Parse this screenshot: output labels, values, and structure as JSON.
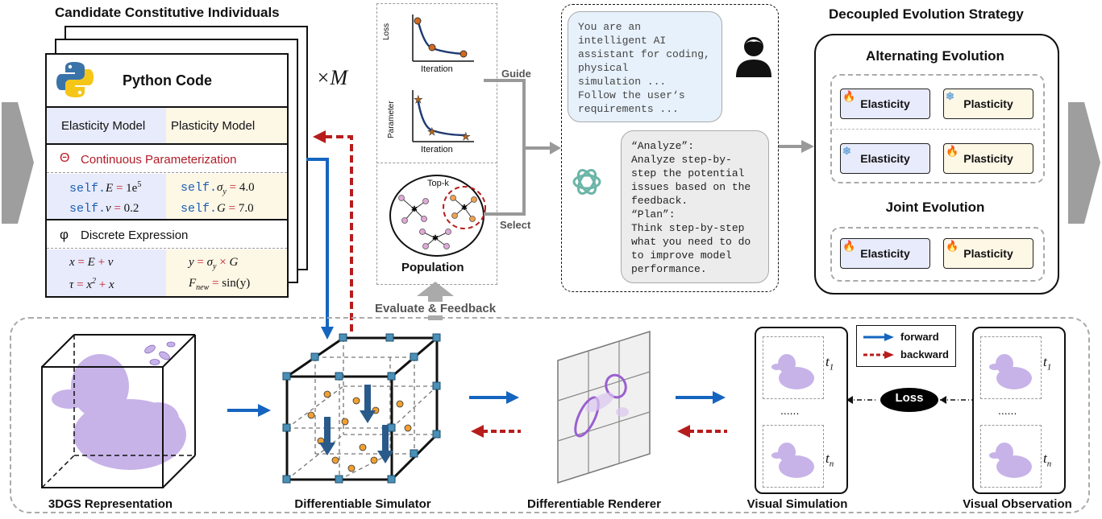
{
  "left_panel": {
    "title": "Candidate Constitutive Individuals",
    "multiplier": "×M",
    "header": "Python Code",
    "elasticity_model": "Elasticity Model",
    "plasticity_model": "Plasticity Model",
    "theta_symbol": "Θ",
    "continuous_label": "Continuous Parameterization",
    "params": [
      {
        "kw": "self.",
        "sym": "E",
        "eq": " = ",
        "val": "1e",
        "sup": "5"
      },
      {
        "kw": "self.",
        "sym": "σ",
        "sub": "y",
        "eq": " = ",
        "val": "4.0"
      },
      {
        "kw": "self.",
        "sym": "ν",
        "eq": " = ",
        "val": "0.2"
      },
      {
        "kw": "self.",
        "sym": "G",
        "eq": " = ",
        "val": "7.0"
      }
    ],
    "phi_symbol": "φ",
    "discrete_label": "Discrete Expression",
    "expr": {
      "e1_lhs": "x",
      "e1_a": "E",
      "e1_op": "+",
      "e1_b": "ν",
      "e2_lhs": "y",
      "e2_a": "σ",
      "e2_sub": "y",
      "e2_op": "×",
      "e2_b": "G",
      "e3_lhs": "τ",
      "e3_a": "x",
      "e3_sup": "2",
      "e3_op": "+",
      "e3_b": "x",
      "e4_lhs": "F",
      "e4_sub": "new",
      "e4_rhs": "sin(y)"
    }
  },
  "middle": {
    "loss_label": "Loss",
    "iteration_label": "Iteration",
    "parameter_label": "Parameter",
    "iteration_label_2": "Iteration",
    "guide": "Guide",
    "topk": "Top-k",
    "select": "Select",
    "population": "Population",
    "feedback": "Evaluate & Feedback"
  },
  "chat": {
    "system": "You are an\nintelligent AI\nassistant for coding,\nphysical\nsimulation ...\nFollow the user‘s\nrequirements ...",
    "assistant": "“Analyze”:\nAnalyze step-by-\nstep the potential\nissues based on the\nfeedback.\n“Plan”:\nThink step-by-step\nwhat you need to do\nto improve model\nperformance."
  },
  "right_panel": {
    "title": "Decoupled Evolution Strategy",
    "alternating": "Alternating Evolution",
    "joint": "Joint Evolution",
    "elasticity": "Elasticity",
    "plasticity": "Plasticity"
  },
  "bottom": {
    "rep": "3DGS Representation",
    "sim": "Differentiable Simulator",
    "renderer": "Differentiable Renderer",
    "vis_sim": "Visual Simulation",
    "vis_obs": "Visual Observation",
    "loss": "Loss",
    "forward": "forward",
    "backward": "backward",
    "t1": "t",
    "t1_sub": "1",
    "tn": "t",
    "tn_sub": "n",
    "dots": "......",
    "dots2": "......"
  },
  "colors": {
    "blue_arrow": "#1565c0",
    "red_arrow": "#b71c1c",
    "gray": "#9e9e9e",
    "duck": "#c7b3e8"
  }
}
